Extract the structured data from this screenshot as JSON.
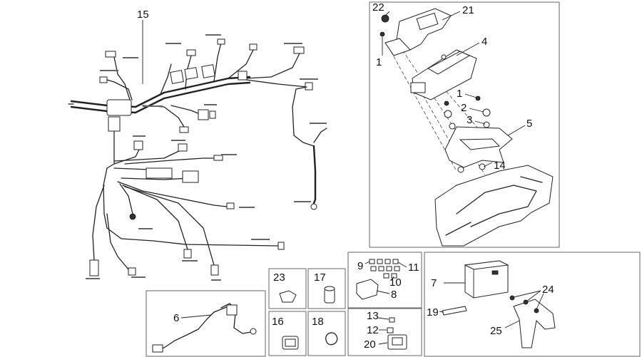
{
  "callouts": {
    "c1a": "1",
    "c1b": "1",
    "c2": "2",
    "c3": "3",
    "c4": "4",
    "c5": "5",
    "c6": "6",
    "c7": "7",
    "c8": "8",
    "c9": "9",
    "c10": "10",
    "c11": "11",
    "c12": "12",
    "c13": "13",
    "c14": "14",
    "c15": "15",
    "c16": "16",
    "c17": "17",
    "c18": "18",
    "c19": "19",
    "c20": "20",
    "c21": "21",
    "c22": "22",
    "c23": "23",
    "c24": "24",
    "c25": "25"
  },
  "colors": {
    "line": "#222222",
    "panel_border": "#666666",
    "background": "#ffffff"
  },
  "icons": [
    "wiring-harness-icon",
    "ecu-icon",
    "battery-icon",
    "relay-icon",
    "fuse-icon"
  ]
}
